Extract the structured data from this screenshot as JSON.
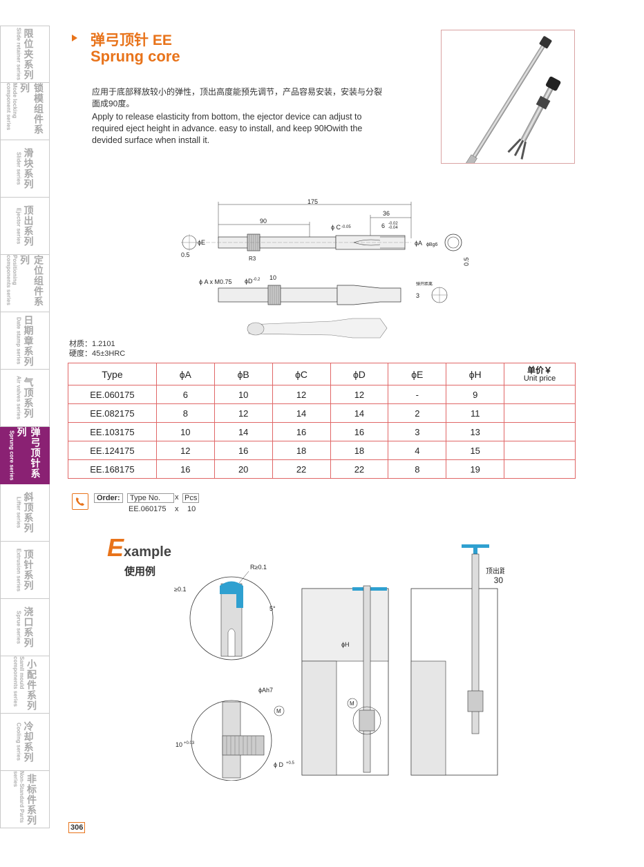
{
  "sidebar": {
    "items": [
      {
        "cn": "限位夹系列",
        "en": "Slide retainer series",
        "active": false
      },
      {
        "cn": "锁模组件系列",
        "en": "Mode locking component series",
        "active": false
      },
      {
        "cn": "滑块系列",
        "en": "Slider series",
        "active": false
      },
      {
        "cn": "顶出系列",
        "en": "Ejector series",
        "active": false
      },
      {
        "cn": "定位组件系列",
        "en": "Positioning components series",
        "active": false
      },
      {
        "cn": "日期章系列",
        "en": "Date stamp series",
        "active": false
      },
      {
        "cn": "气顶系列",
        "en": "Air valves series",
        "active": false
      },
      {
        "cn": "弹弓顶针系列",
        "en": "Sprung core series",
        "active": true
      },
      {
        "cn": "斜顶系列",
        "en": "Lifter series",
        "active": false
      },
      {
        "cn": "顶针系列",
        "en": "Extrusion series",
        "active": false
      },
      {
        "cn": "浇口系列",
        "en": "Sprue series",
        "active": false
      },
      {
        "cn": "小配件系列",
        "en": "Samll mould components series",
        "active": false
      },
      {
        "cn": "冷却系列",
        "en": "Cooling series",
        "active": false
      },
      {
        "cn": "非标件系列",
        "en": "Non-Standard Parts series",
        "active": false
      }
    ]
  },
  "header": {
    "title_cn": "弹弓顶针 EE",
    "title_en": "Sprung core"
  },
  "description": {
    "cn": "应用于底部释放较小的弹性，顶出高度能预先调节，产品容易安装，安装与分裂面成90度。",
    "en": "Apply to release elasticity from bottom, the ejector device can adjust to required eject height in advance. easy to install, and keep 90Юwith the devided surface when install it."
  },
  "drawing": {
    "dim_175": "175",
    "dim_90": "90",
    "dim_36": "36",
    "dim_c": "ϕ C",
    "dim_c_tol": "-0.05",
    "dim_6": "6",
    "dim_6_tol_top": "-0.02",
    "dim_6_tol_bot": "-0.04",
    "dim_e": "ϕE",
    "dim_a": "ϕA",
    "dim_b": "ϕBg6",
    "dim_05a": "0.5",
    "dim_05b": "0.5",
    "dim_r": "R3",
    "dim_am": "ϕ A x M0.75",
    "dim_d": "ϕD",
    "dim_d_tol": "-0.2",
    "dim_10": "10",
    "dim_3": "3",
    "dim_split": "弹开距离"
  },
  "material": {
    "line1": "材质：1.2101",
    "line2": "硬度：45±3HRC"
  },
  "table": {
    "headers": [
      "Type",
      "ϕA",
      "ϕB",
      "ϕC",
      "ϕD",
      "ϕE",
      "ϕH"
    ],
    "price_cn": "单价￥",
    "price_en": "Unit price",
    "rows": [
      [
        "EE.060175",
        "6",
        "10",
        "12",
        "12",
        "-",
        "9",
        ""
      ],
      [
        "EE.082175",
        "8",
        "12",
        "14",
        "14",
        "2",
        "11",
        ""
      ],
      [
        "EE.103175",
        "10",
        "14",
        "16",
        "16",
        "3",
        "13",
        ""
      ],
      [
        "EE.124175",
        "12",
        "16",
        "18",
        "18",
        "4",
        "15",
        ""
      ],
      [
        "EE.168175",
        "16",
        "20",
        "22",
        "22",
        "8",
        "19",
        ""
      ]
    ]
  },
  "order": {
    "label": "Order:",
    "type_label": "Type No.",
    "x": "x",
    "pcs_label": "Pcs",
    "example_type": "EE.060175",
    "example_qty": "10"
  },
  "example": {
    "title_big": "E",
    "title_rest": "xample",
    "title_cn": "使用例",
    "r_label": "R≥0.1",
    "ge_label": "≥0.1",
    "deg_label": "5°",
    "h_label": "ϕH",
    "ah7_label": "ϕAh7",
    "m_label": "M",
    "ten_label": "10",
    "ten_tol": "+0.03",
    "d_label": "ϕ D",
    "d_tol": "+0.5",
    "eject_cn": "顶出距离",
    "eject_val": "30"
  },
  "page": {
    "number": "306"
  }
}
